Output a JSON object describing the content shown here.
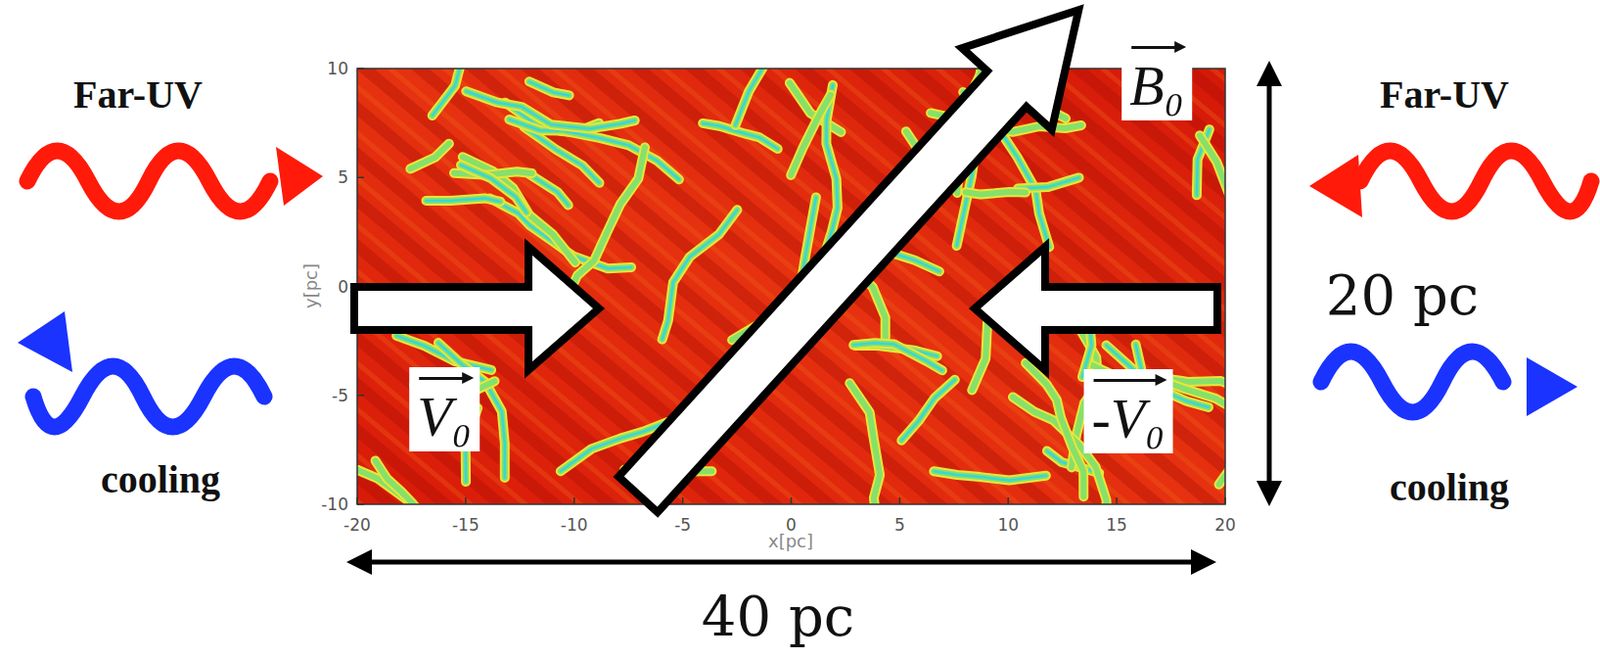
{
  "diagram": {
    "labels": [
      "Far-UV",
      "cooling",
      "Far-UV",
      "cooling",
      "B₀",
      "V₀",
      "-V₀",
      "20 pc",
      "40 pc",
      "y[pc]",
      "x[pc]",
      "10",
      "5",
      "0",
      "-5",
      "-10",
      "-20",
      "-15",
      "-10",
      "-5",
      "0",
      "5",
      "10",
      "15",
      "20"
    ]
  }
}
